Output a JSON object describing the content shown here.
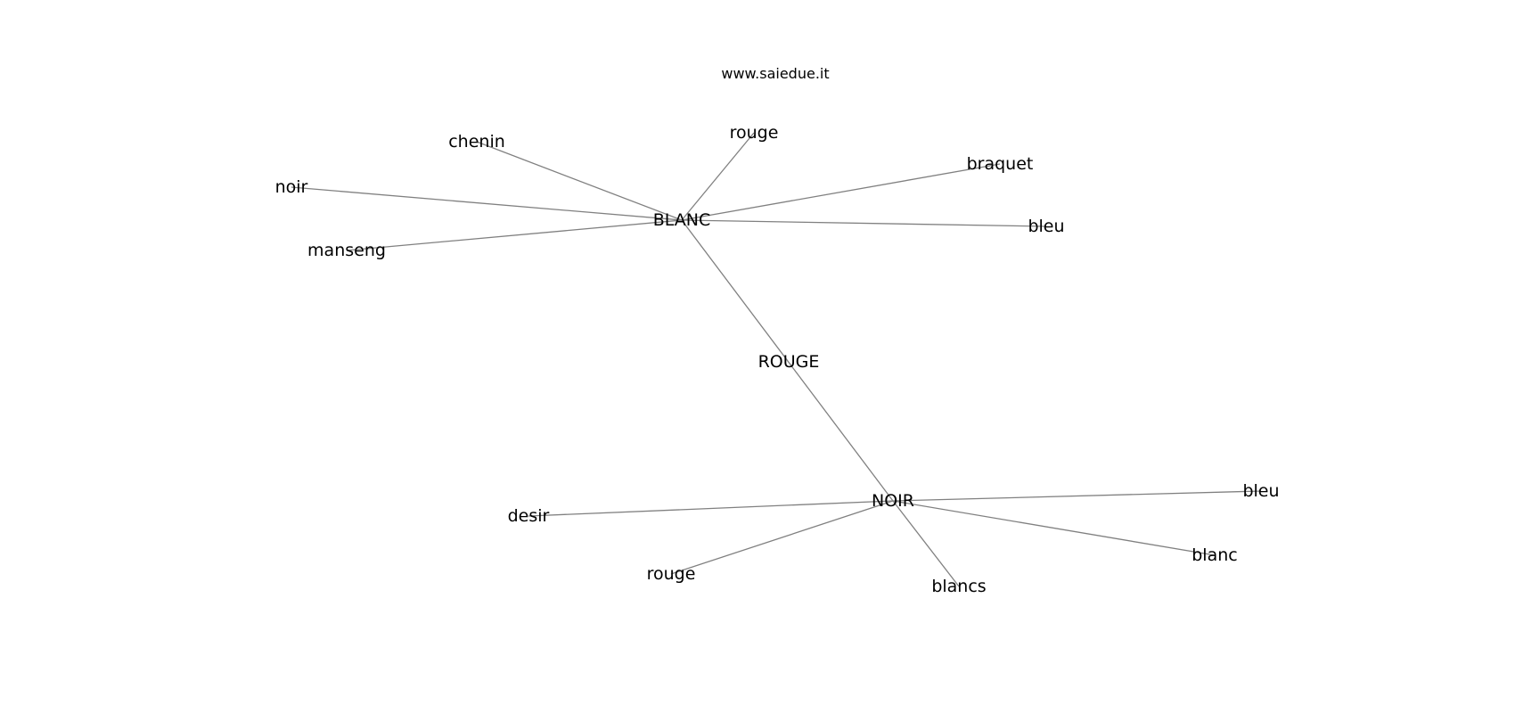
{
  "header": {
    "watermark": "www.saiedue.it"
  },
  "graph": {
    "nodes": [
      {
        "id": "blanc_hub",
        "label": "BLANC"
      },
      {
        "id": "rouge_hub",
        "label": "ROUGE"
      },
      {
        "id": "noir_hub",
        "label": "NOIR"
      },
      {
        "id": "chenin",
        "label": "chenin"
      },
      {
        "id": "rouge_1",
        "label": "rouge"
      },
      {
        "id": "braquet",
        "label": "braquet"
      },
      {
        "id": "noir_1",
        "label": "noir"
      },
      {
        "id": "bleu_1",
        "label": "bleu"
      },
      {
        "id": "manseng",
        "label": "manseng"
      },
      {
        "id": "desir",
        "label": "desir"
      },
      {
        "id": "bleu_2",
        "label": "bleu"
      },
      {
        "id": "blanc_1",
        "label": "blanc"
      },
      {
        "id": "rouge_2",
        "label": "rouge"
      },
      {
        "id": "blancs",
        "label": "blancs"
      }
    ],
    "edges": [
      [
        "blanc_hub",
        "chenin"
      ],
      [
        "blanc_hub",
        "rouge_1"
      ],
      [
        "blanc_hub",
        "braquet"
      ],
      [
        "blanc_hub",
        "noir_1"
      ],
      [
        "blanc_hub",
        "bleu_1"
      ],
      [
        "blanc_hub",
        "manseng"
      ],
      [
        "blanc_hub",
        "noir_hub"
      ],
      [
        "noir_hub",
        "desir"
      ],
      [
        "noir_hub",
        "bleu_2"
      ],
      [
        "noir_hub",
        "blanc_1"
      ],
      [
        "noir_hub",
        "rouge_2"
      ],
      [
        "noir_hub",
        "blancs"
      ]
    ]
  }
}
